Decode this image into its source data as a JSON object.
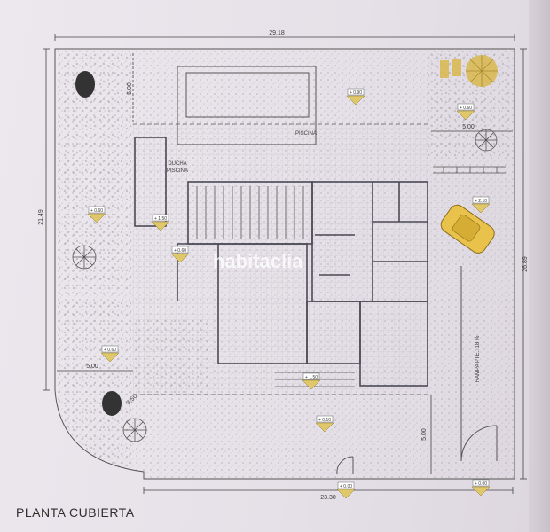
{
  "title": "PLANTA CUBIERTA",
  "watermark": "habitaclia",
  "dimensions": {
    "top_width": "29.18",
    "bottom_width": "23.30",
    "left_height": "21.49",
    "right_height": "26.89",
    "pool_offset": "5.00",
    "right_offset": "5.00",
    "bottom_left_offset": "5.00",
    "bottom_right_offset": "5.00",
    "corner": "3.50"
  },
  "labels": {
    "pool": "PISCINA",
    "shower_line1": "DUCHA",
    "shower_line2": "PISCINA",
    "ramp": "RAMPA PTE.: 18 %"
  },
  "levels": {
    "pool_side": "+ 0.90",
    "patio_right": "+ 0.60",
    "left_garden": "+ 0.60",
    "parking": "+ 2.10",
    "shower": "+ 1.50",
    "center_left": "+ 0.60",
    "lower_left": "+ 0.60",
    "porch": "+ 1.50",
    "front_garden": "+ 0.10",
    "gate": "+ 0.00",
    "corner_right": "+ 0.00"
  },
  "colors": {
    "line": "#4a4a55",
    "arrow": "#e0c86a",
    "car": "#e8c24a",
    "umbrella": "#d9b84e",
    "tree": "#333333"
  },
  "icons": [
    "tree-icon",
    "car-icon",
    "umbrella-icon",
    "level-arrow-icon"
  ]
}
